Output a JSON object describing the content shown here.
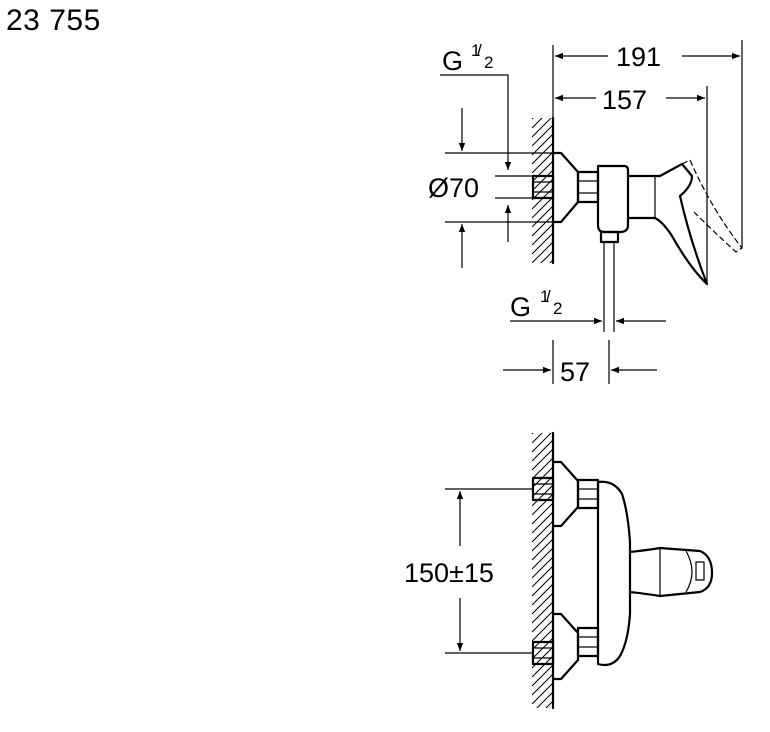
{
  "header": {
    "product_code": "23 755"
  },
  "side_view": {
    "thread_top": {
      "main": "G",
      "num": "1",
      "den": "2"
    },
    "thread_bottom": {
      "main": "G",
      "num": "1",
      "den": "2"
    },
    "dim_total_length": "191",
    "dim_body_length": "157",
    "dim_diameter": "Ø70",
    "dim_outlet_offset": "57"
  },
  "front_view": {
    "dim_inlet_spacing": "150±15"
  }
}
